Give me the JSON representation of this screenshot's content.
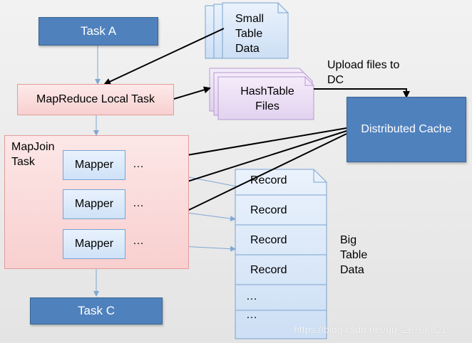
{
  "nodes": {
    "task_a": "Task A",
    "task_c": "Task C",
    "local_task": "MapReduce Local Task",
    "mapjoin_task_line1": "MapJoin",
    "mapjoin_task_line2": "Task",
    "mappers": [
      "Mapper",
      "Mapper",
      "Mapper"
    ],
    "mapper_dots": [
      "…",
      "…",
      "…"
    ],
    "distributed_cache": "Distributed Cache",
    "small_table_lines": [
      "Small",
      "Table",
      "Data"
    ],
    "hashtable_lines": [
      "HashTable",
      "Files"
    ],
    "big_table_records": [
      "Record",
      "Record",
      "Record",
      "Record",
      "…",
      "…"
    ],
    "big_table_lines": [
      "Big",
      "Table",
      "Data"
    ],
    "upload_lines": [
      "Upload files to",
      "DC"
    ]
  },
  "watermark": "https://blog.csdn.net/qq_26766821",
  "colors": {
    "blue_box": "#4f81bd",
    "local_task_fill": "#fbdede",
    "mapjoin_fill": "#fbd9d9",
    "mapper_fill": "#dbe8f8",
    "small_table_fill": "#dbe8f8",
    "hashtable_fill": "#ede2f5",
    "big_table_fill": "#dbe8f8",
    "connector": "#7fa7d2"
  }
}
